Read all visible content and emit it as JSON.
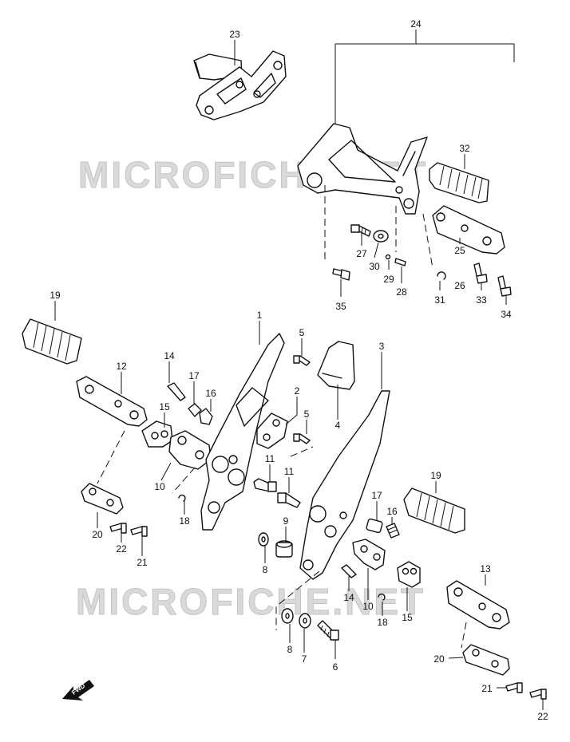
{
  "watermark": "MICROFICHE.NET",
  "fwd_label": "FWD",
  "part_numbers": {
    "p1": "1",
    "p2": "2",
    "p3": "3",
    "p4": "4",
    "p5a": "5",
    "p5b": "5",
    "p6": "6",
    "p7": "7",
    "p8a": "8",
    "p8b": "8",
    "p9": "9",
    "p10a": "10",
    "p10b": "10",
    "p11a": "11",
    "p11b": "11",
    "p12": "12",
    "p13": "13",
    "p14a": "14",
    "p14b": "14",
    "p15a": "15",
    "p15b": "15",
    "p16a": "16",
    "p16b": "16",
    "p17a": "17",
    "p17b": "17",
    "p18a": "18",
    "p18b": "18",
    "p19a": "19",
    "p19b": "19",
    "p20a": "20",
    "p20b": "20",
    "p21a": "21",
    "p21b": "21",
    "p22a": "22",
    "p22b": "22",
    "p23": "23",
    "p24": "24",
    "p25": "25",
    "p26": "26",
    "p27": "27",
    "p28": "28",
    "p29": "29",
    "p30": "30",
    "p31": "31",
    "p32": "32",
    "p33": "33",
    "p34": "34",
    "p35": "35"
  }
}
